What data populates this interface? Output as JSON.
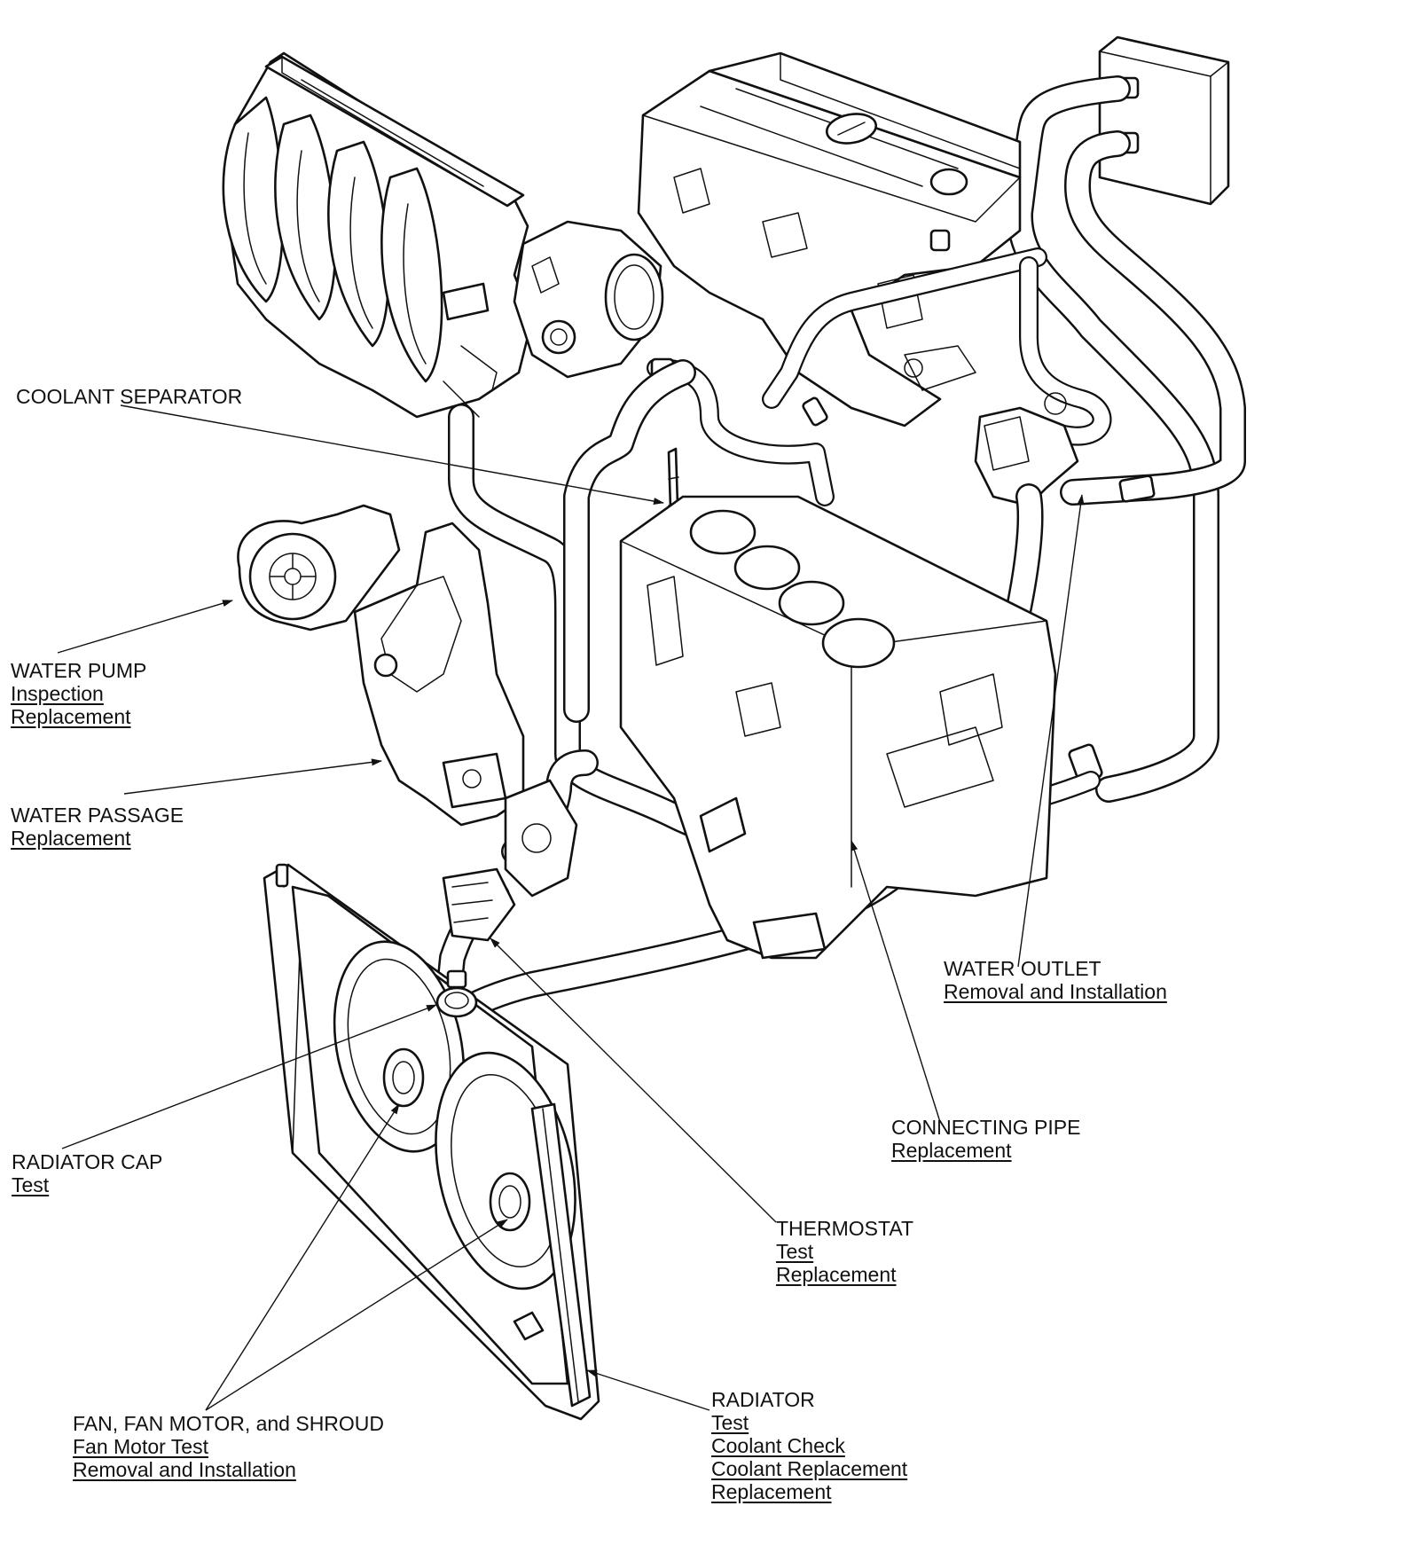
{
  "labels": {
    "coolant_separator": {
      "title": "COOLANT SEPARATOR"
    },
    "water_pump": {
      "title": "WATER PUMP",
      "links": [
        "Inspection",
        "Replacement"
      ]
    },
    "water_passage": {
      "title": "WATER PASSAGE",
      "links": [
        "Replacement"
      ]
    },
    "radiator_cap": {
      "title": "RADIATOR CAP",
      "links": [
        "Test"
      ]
    },
    "fan": {
      "title": "FAN, FAN MOTOR, and SHROUD",
      "links": [
        "Fan Motor Test",
        "Removal and Installation"
      ]
    },
    "radiator": {
      "title": "RADIATOR",
      "links": [
        "Test",
        "Coolant Check",
        "Coolant Replacement",
        "Replacement"
      ]
    },
    "thermostat": {
      "title": "THERMOSTAT",
      "links": [
        "Test",
        "Replacement"
      ]
    },
    "connecting_pipe": {
      "title": "CONNECTING PIPE",
      "links": [
        "Replacement"
      ]
    },
    "water_outlet": {
      "title": "WATER OUTLET",
      "links": [
        "Removal and Installation"
      ]
    }
  }
}
